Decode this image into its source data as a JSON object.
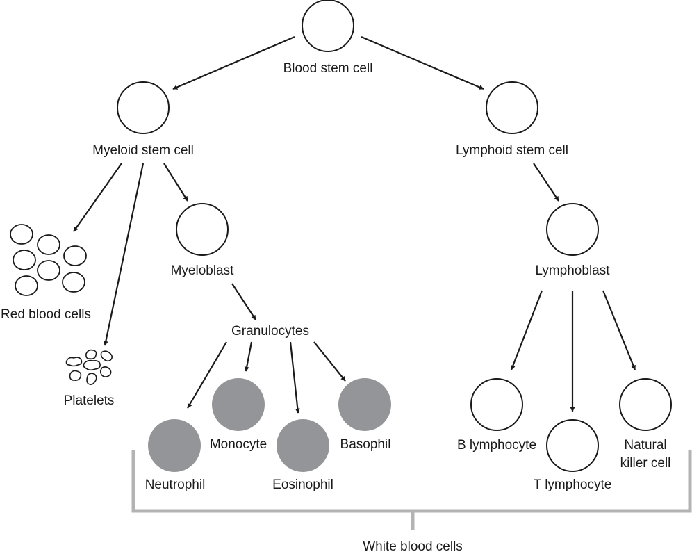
{
  "labels": {
    "blood_stem_cell": "Blood stem cell",
    "myeloid_stem_cell": "Myeloid stem cell",
    "lymphoid_stem_cell": "Lymphoid stem cell",
    "red_blood_cells": "Red blood cells",
    "platelets": "Platelets",
    "myeloblast": "Myeloblast",
    "granulocytes": "Granulocytes",
    "neutrophil": "Neutrophil",
    "monocyte": "Monocyte",
    "eosinophil": "Eosinophil",
    "basophil": "Basophil",
    "lymphoblast": "Lymphoblast",
    "b_lymphocyte": "B lymphocyte",
    "t_lymphocyte": "T lymphocyte",
    "natural_killer_line1": "Natural",
    "natural_killer_line2": "killer cell",
    "white_blood_cells": "White blood cells"
  },
  "colors": {
    "line": "#1a1a1a",
    "granulocyte_fill": "#939598",
    "bracket": "#b3b3b3"
  }
}
